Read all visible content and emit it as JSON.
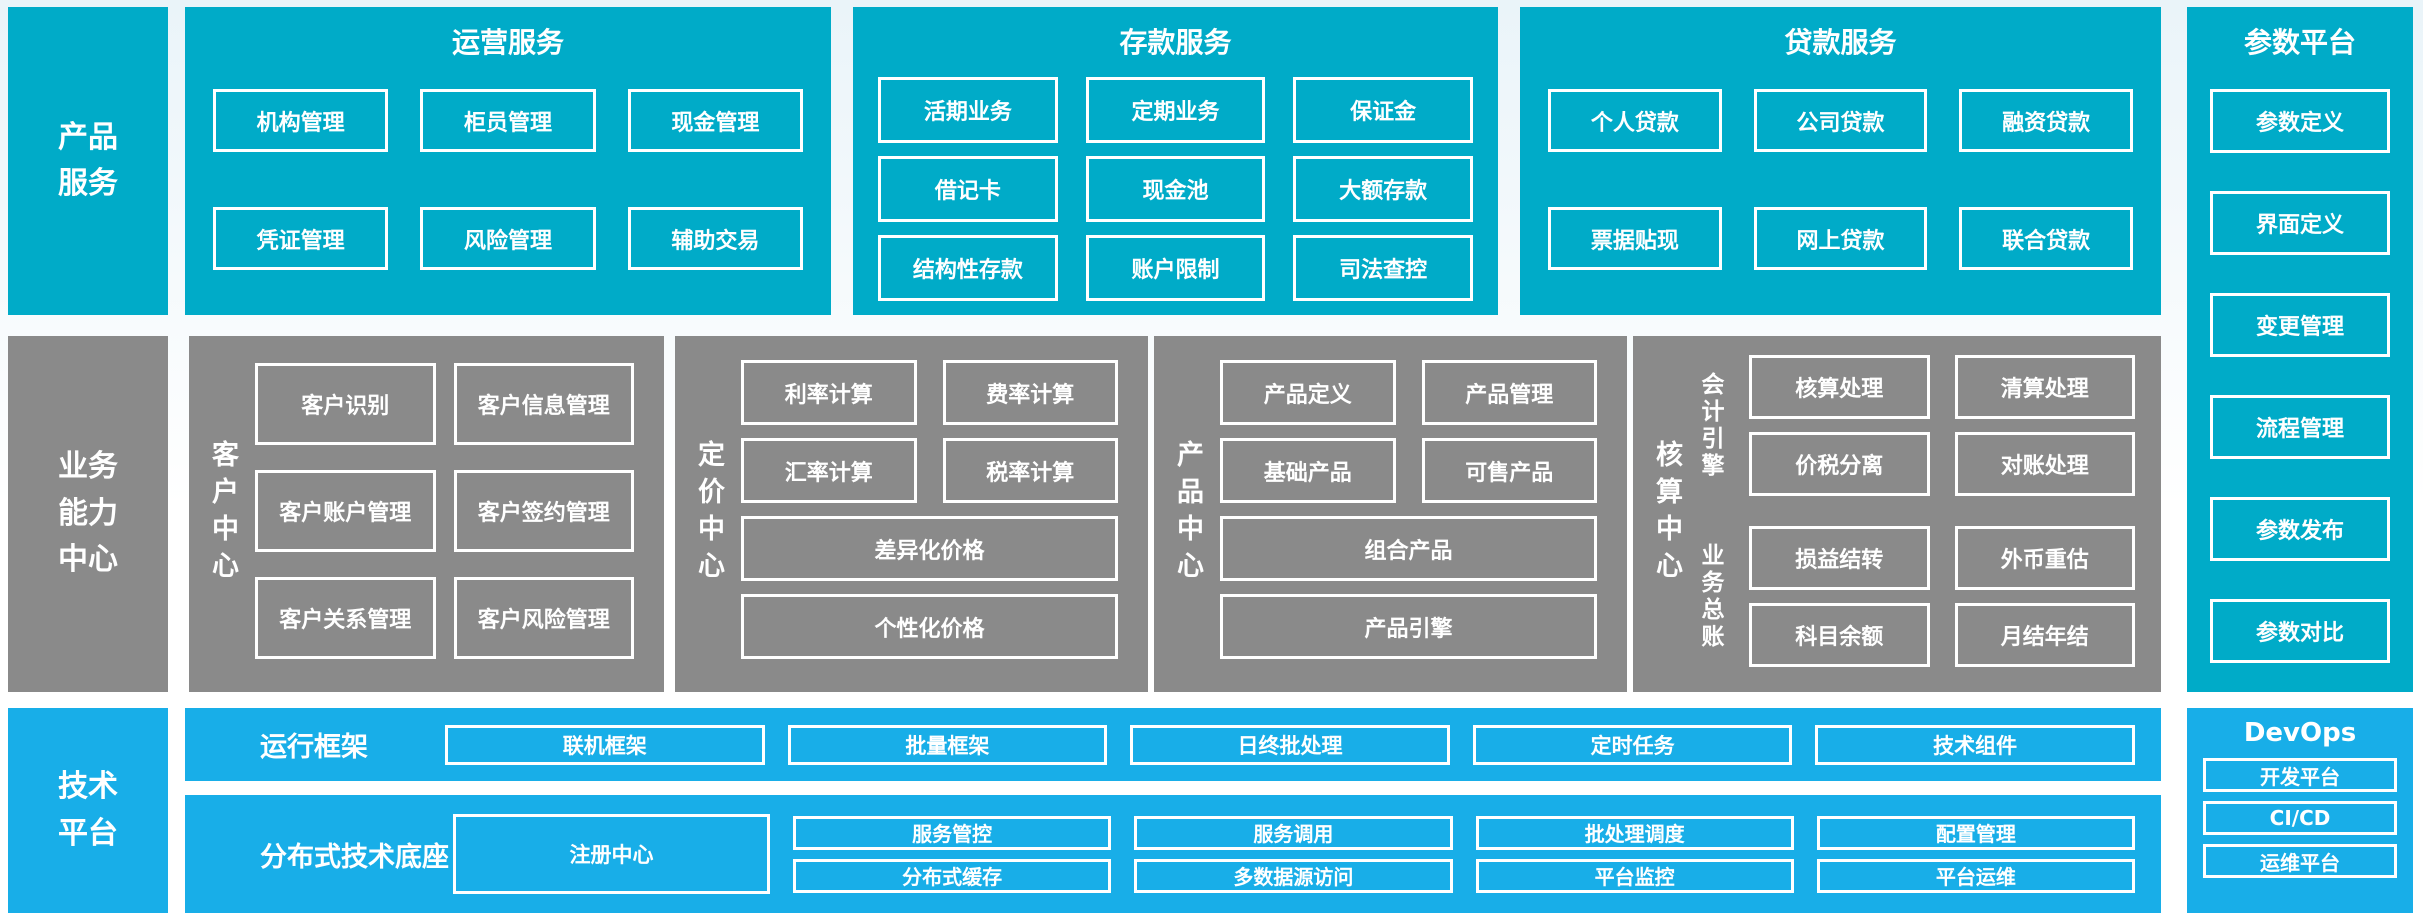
{
  "colors": {
    "teal": "#00ABC8",
    "gray": "#8A8A8A",
    "blue": "#18AEE8",
    "text": "#FFFFFF"
  },
  "rails": {
    "product": "产品\n服务",
    "business": "业务\n能力\n中心",
    "tech": "技术\n平台"
  },
  "operations": {
    "title": "运营服务",
    "boxes": [
      "机构管理",
      "柜员管理",
      "现金管理",
      "凭证管理",
      "风险管理",
      "辅助交易"
    ]
  },
  "deposit": {
    "title": "存款服务",
    "boxes": [
      "活期业务",
      "定期业务",
      "保证金",
      "借记卡",
      "现金池",
      "大额存款",
      "结构性存款",
      "账户限制",
      "司法查控"
    ]
  },
  "loan": {
    "title": "贷款服务",
    "boxes": [
      "个人贷款",
      "公司贷款",
      "融资贷款",
      "票据贴现",
      "网上贷款",
      "联合贷款"
    ]
  },
  "param": {
    "title": "参数平台",
    "boxes": [
      "参数定义",
      "界面定义",
      "变更管理",
      "流程管理",
      "参数发布",
      "参数对比"
    ]
  },
  "customer": {
    "label": "客户中心",
    "boxes": [
      "客户识别",
      "客户信息管理",
      "客户账户管理",
      "客户签约管理",
      "客户关系管理",
      "客户风险管理"
    ]
  },
  "pricing": {
    "label": "定价中心",
    "boxes": [
      "利率计算",
      "费率计算",
      "汇率计算",
      "税率计算"
    ],
    "wide": [
      "差异化价格",
      "个性化价格"
    ]
  },
  "product_center": {
    "label": "产品中心",
    "boxes": [
      "产品定义",
      "产品管理",
      "基础产品",
      "可售产品"
    ],
    "wide": [
      "组合产品",
      "产品引擎"
    ]
  },
  "accounting": {
    "label": "核算中心",
    "groups": [
      {
        "label": "会计引擎",
        "boxes": [
          "核算处理",
          "清算处理",
          "价税分离",
          "对账处理"
        ]
      },
      {
        "label": "业务总账",
        "boxes": [
          "损益结转",
          "外币重估",
          "科目余额",
          "月结年结"
        ]
      }
    ]
  },
  "runtime": {
    "label": "运行框架",
    "boxes": [
      "联机框架",
      "批量框架",
      "日终批处理",
      "定时任务",
      "技术组件"
    ]
  },
  "distributed": {
    "label": "分布式技术底座",
    "registry": "注册中心",
    "top": [
      "服务管控",
      "服务调用",
      "批处理调度",
      "配置管理"
    ],
    "bottom": [
      "分布式缓存",
      "多数据源访问",
      "平台监控",
      "平台运维"
    ]
  },
  "devops": {
    "title": "DevOps",
    "boxes": [
      "开发平台",
      "CI/CD",
      "运维平台"
    ]
  }
}
